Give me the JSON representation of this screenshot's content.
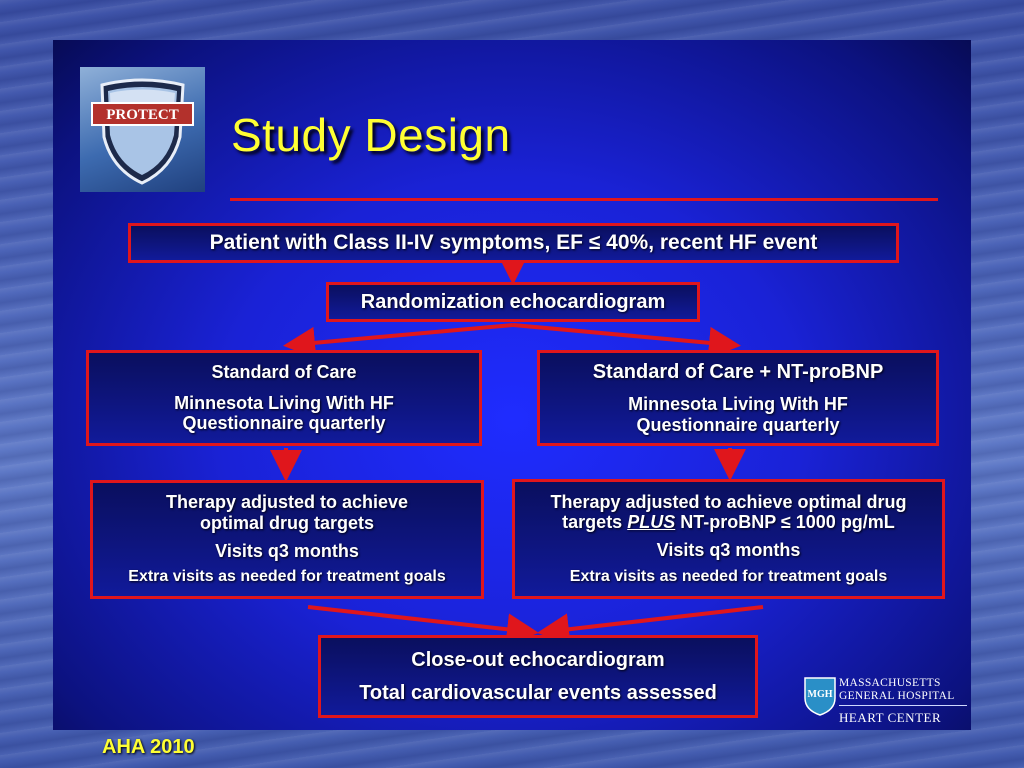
{
  "slide": {
    "title": "Study Design",
    "logo_text": "PROTECT"
  },
  "flow": {
    "patient": "Patient with Class II-IV symptoms, EF ≤ 40%, recent HF event",
    "randomization": "Randomization echocardiogram",
    "soc": {
      "heading": "Standard of Care",
      "line1": "Minnesota Living With HF",
      "line2": "Questionnaire quarterly"
    },
    "nt": {
      "heading": "Standard of Care + NT-proBNP",
      "line1": "Minnesota Living With HF",
      "line2": "Questionnaire quarterly"
    },
    "therapy_soc": {
      "line1": "Therapy adjusted to achieve",
      "line2": "optimal drug targets",
      "visits": "Visits q3 months",
      "extra": "Extra visits as needed for treatment goals"
    },
    "therapy_nt": {
      "line1": "Therapy adjusted to achieve optimal drug",
      "line2_pre": "targets ",
      "line2_plus": "PLUS",
      "line2_post": " NT-proBNP ≤ 1000 pg/mL",
      "visits": "Visits q3 months",
      "extra": "Extra visits as needed for treatment goals"
    },
    "close": {
      "line1": "Close-out echocardiogram",
      "line2": "Total cardiovascular events assessed"
    }
  },
  "institution": {
    "seal_text": "MGH",
    "line1": "MASSACHUSETTS",
    "line2": "GENERAL HOSPITAL",
    "sub": "HEART CENTER"
  },
  "footer": "AHA 2010",
  "colors": {
    "title": "#ffff33",
    "border": "#e0161c",
    "slide_bg": "#1a22d6",
    "text": "#ffffff"
  }
}
